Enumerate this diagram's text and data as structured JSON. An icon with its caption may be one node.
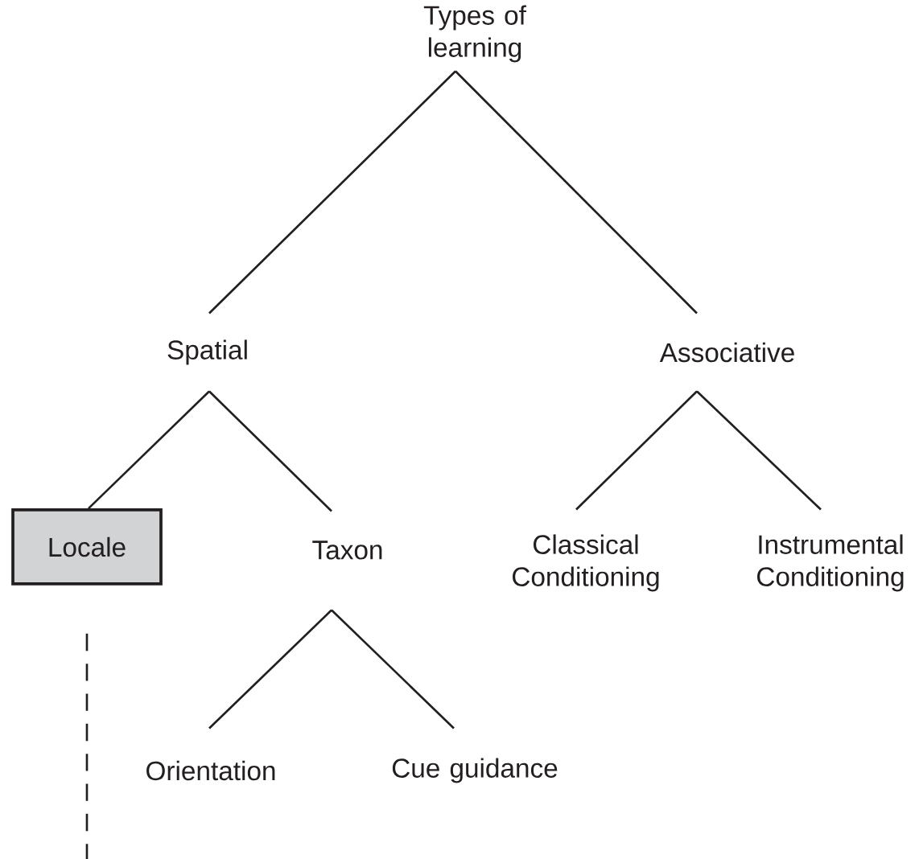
{
  "diagram": {
    "nodes": [
      {
        "text": [
          "Types of learning"
        ]
      },
      {
        "text": [
          "Spatial"
        ]
      },
      {
        "text": [
          "Associative"
        ]
      },
      {
        "text": [
          "Locale"
        ]
      },
      {
        "text": [
          "Taxon"
        ]
      },
      {
        "text": [
          "Classical Conditioning"
        ]
      },
      {
        "text": [
          "Instrumental Conditioning"
        ]
      },
      {
        "text": [
          "Orientation"
        ]
      },
      {
        "text": [
          "Cue guidance"
        ]
      }
    ],
    "edges": [
      {
        "from": 0,
        "to": 1,
        "arrow": "none"
      },
      {
        "from": 0,
        "to": 2,
        "arrow": "none"
      },
      {
        "from": 1,
        "to": 3,
        "arrow": "none"
      },
      {
        "from": 1,
        "to": 4,
        "arrow": "none"
      },
      {
        "from": 2,
        "to": 5,
        "arrow": "none"
      },
      {
        "from": 2,
        "to": 6,
        "arrow": "none"
      },
      {
        "from": 4,
        "to": 7,
        "arrow": "none"
      },
      {
        "from": 4,
        "to": 8,
        "arrow": "none"
      },
      {
        "from": 3,
        "to": null,
        "arrow": "none",
        "style": "dashed"
      }
    ]
  }
}
